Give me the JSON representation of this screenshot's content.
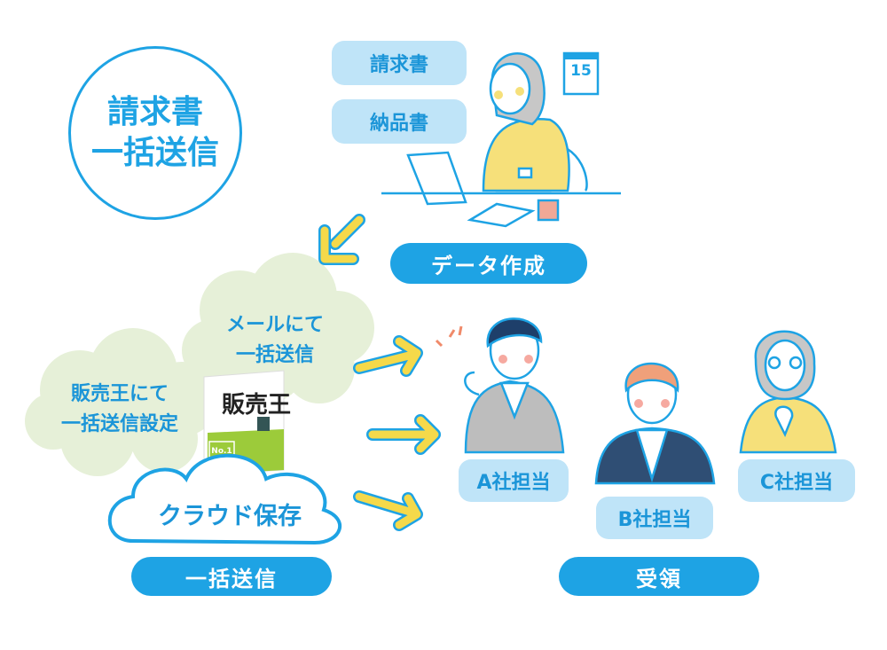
{
  "title": {
    "line1": "請求書",
    "line2": "一括送信"
  },
  "documents": [
    "請求書",
    "納品書"
  ],
  "calendar_day": "15",
  "step_create": "データ作成",
  "cloud_green_1": {
    "line1": "メールにて",
    "line2": "一括送信"
  },
  "cloud_green_2": {
    "line1": "販売王にて",
    "line2": "一括送信設定"
  },
  "product_box": {
    "name": "販売王",
    "badge": "No.1"
  },
  "cloud_storage": "クラウド保存",
  "step_send": "一括送信",
  "recipients": [
    "A社担当",
    "B社担当",
    "C社担当"
  ],
  "step_receive": "受領",
  "colors": {
    "blue": "#1ea3e4",
    "light_blue": "#bfe4f8",
    "yellow": "#f7e27a",
    "green_cloud": "#e6f0d8"
  }
}
